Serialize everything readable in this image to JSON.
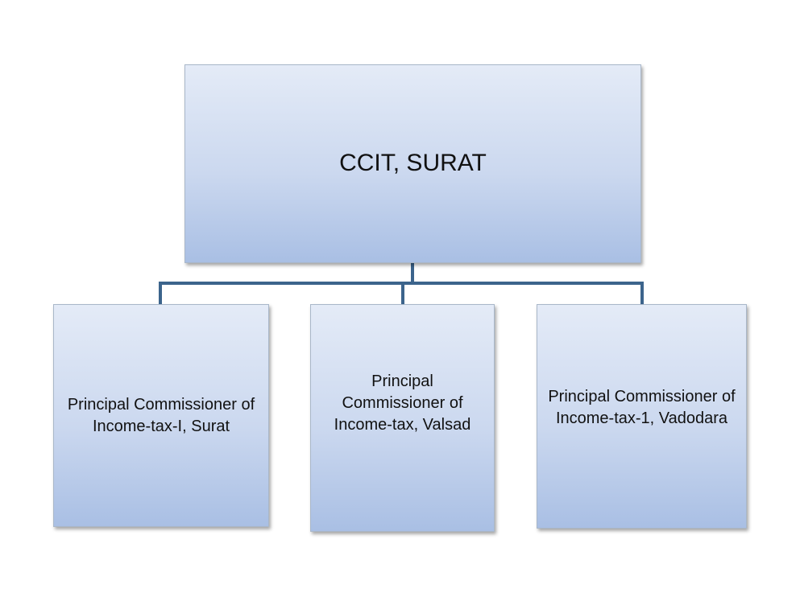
{
  "org_chart": {
    "root": {
      "label": "CCIT, SURAT"
    },
    "children": [
      {
        "label": "Principal Commissioner of Income-tax-I, Surat"
      },
      {
        "label": "Principal Commissioner of Income-tax, Valsad"
      },
      {
        "label": "Principal Commissioner of Income-tax-1, Vadodara"
      }
    ]
  },
  "colors": {
    "box_fill_top": "#e4ebf7",
    "box_fill_bottom": "#a9bfe4",
    "connector": "#3c648c"
  }
}
